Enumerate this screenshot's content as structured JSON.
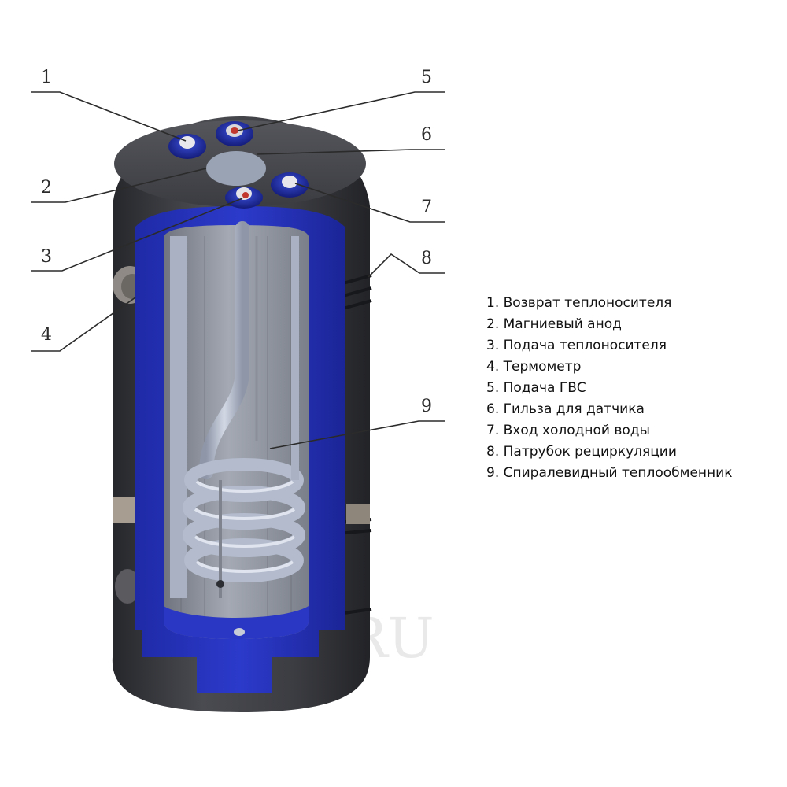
{
  "colors": {
    "insulation": "#3a3b40",
    "blue_shell": "#2633b8",
    "inner_tank": "#8d929c",
    "coil": "#a9b1c2",
    "leader_lines": "#2b2b2b"
  },
  "callout_numbers": [
    "1",
    "2",
    "3",
    "4",
    "5",
    "6",
    "7",
    "8",
    "9"
  ],
  "watermark": "RU",
  "legend": [
    "1. Возврат теплоносителя",
    "2. Магниевый анод",
    "3. Подача теплоносителя",
    "4. Термометр",
    "5. Подача ГВС",
    "6. Гильза для датчика",
    "7. Вход холодной воды",
    "8. Патрубок рециркуляции",
    "9. Спиралевидный теплообменник"
  ]
}
